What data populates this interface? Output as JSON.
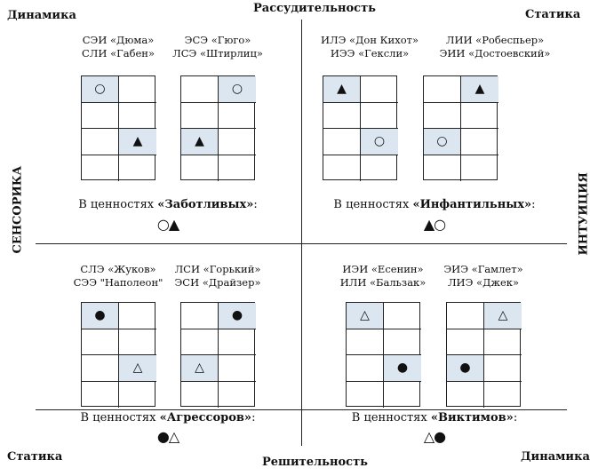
{
  "axes": {
    "top": "Рассудительность",
    "bottom": "Решительность",
    "left": "СЕНСОРИКА",
    "right": "ИНТУИЦИЯ"
  },
  "corners": {
    "top_left": "Динамика",
    "top_right": "Статика",
    "bottom_left": "Статика",
    "bottom_right": "Динамика"
  },
  "quadrants": [
    {
      "values_prefix": "В ценностях",
      "values_name": "«Заботливых»",
      "values_suffix": ":",
      "symbols": "○▲",
      "groups": [
        {
          "line1": "СЭИ «Дюма»",
          "line2": "СЛИ «Габен»",
          "cells": [
            "○",
            "",
            "",
            "",
            "",
            "▲",
            "",
            ""
          ],
          "highlight": [
            0,
            5
          ]
        },
        {
          "line1": "ЭСЭ «Гюго»",
          "line2": "ЛСЭ «Штирлиц»",
          "cells": [
            "",
            "○",
            "",
            "",
            "▲",
            "",
            "",
            ""
          ],
          "highlight": [
            1,
            4
          ]
        }
      ]
    },
    {
      "values_prefix": "В ценностях",
      "values_name": "«Инфантильных»",
      "values_suffix": ":",
      "symbols": "▲○",
      "groups": [
        {
          "line1": "ИЛЭ «Дон Кихот»",
          "line2": "ИЭЭ «Гексли»",
          "cells": [
            "▲",
            "",
            "",
            "",
            "",
            "○",
            "",
            ""
          ],
          "highlight": [
            0,
            5
          ]
        },
        {
          "line1": "ЛИИ «Робеспьер»",
          "line2": "ЭИИ «Достоевский»",
          "cells": [
            "",
            "▲",
            "",
            "",
            "○",
            "",
            "",
            ""
          ],
          "highlight": [
            1,
            4
          ]
        }
      ]
    },
    {
      "values_prefix": "В ценностях",
      "values_name": "«Агрессоров»",
      "values_suffix": ":",
      "symbols": "●△",
      "groups": [
        {
          "line1": "СЛЭ «Жуков»",
          "line2": "СЭЭ \"Наполеон\"",
          "cells": [
            "●",
            "",
            "",
            "",
            "",
            "△",
            "",
            ""
          ],
          "highlight": [
            0,
            5
          ]
        },
        {
          "line1": "ЛСИ «Горький»",
          "line2": "ЭСИ «Драйзер»",
          "cells": [
            "",
            "●",
            "",
            "",
            "△",
            "",
            "",
            ""
          ],
          "highlight": [
            1,
            4
          ]
        }
      ]
    },
    {
      "values_prefix": "В ценностях",
      "values_name": "«Виктимов»",
      "values_suffix": ":",
      "symbols": "△●",
      "groups": [
        {
          "line1": "ИЭИ «Есенин»",
          "line2": "ИЛИ «Бальзак»",
          "cells": [
            "△",
            "",
            "",
            "",
            "",
            "●",
            "",
            ""
          ],
          "highlight": [
            0,
            5
          ]
        },
        {
          "line1": "ЭИЭ «Гамлет»",
          "line2": "ЛИЭ «Джек»",
          "cells": [
            "",
            "△",
            "",
            "",
            "●",
            "",
            "",
            ""
          ],
          "highlight": [
            1,
            4
          ]
        }
      ]
    }
  ]
}
